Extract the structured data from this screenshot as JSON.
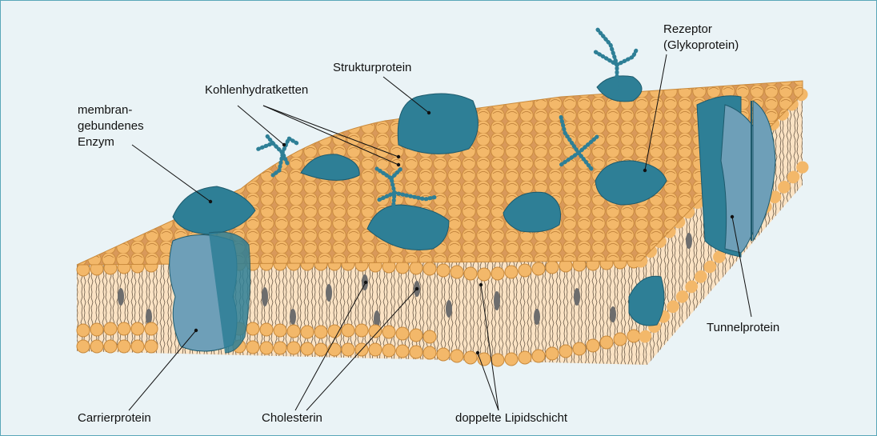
{
  "labels": {
    "membrane_enzyme": [
      "membran-",
      "gebundenes",
      "Enzym"
    ],
    "carbohydrate_chains": "Kohlenhydratketten",
    "structural_protein": "Strukturprotein",
    "receptor": [
      "Rezeptor",
      "(Glykoprotein)"
    ],
    "tunnel_protein": "Tunnelprotein",
    "carrier_protein": "Carrierprotein",
    "cholesterol": "Cholesterin",
    "lipid_bilayer": "doppelte Lipidschicht"
  },
  "colors": {
    "background": "#eaf3f6",
    "frame": "#5aa6b8",
    "lipid_head": "#f3b86a",
    "lipid_head_edge": "#c98a3c",
    "tail_region": "#fbe3c4",
    "protein": "#2e7f96",
    "protein_light": "#6e9fb8",
    "cholesterol": "#6d6d6d"
  }
}
